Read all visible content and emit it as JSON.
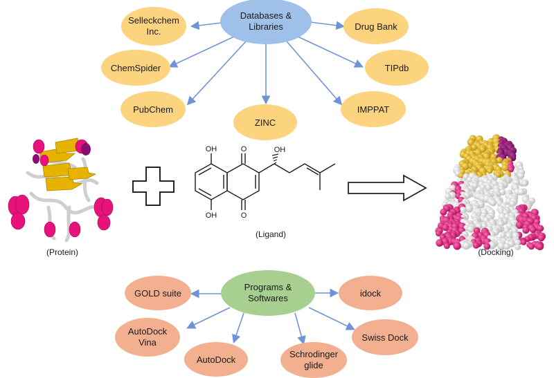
{
  "databases": {
    "hub": [
      "Databases &",
      "Libraries"
    ],
    "items": [
      [
        "Selleckchem",
        "Inc."
      ],
      [
        "ChemSpider"
      ],
      [
        "PubChem"
      ],
      [
        "ZINC"
      ],
      [
        "IMPPAT"
      ],
      [
        "TIPdb"
      ],
      [
        "Drug Bank"
      ]
    ]
  },
  "programs": {
    "hub": [
      "Programs &",
      "Softwares"
    ],
    "items": [
      [
        "GOLD suite"
      ],
      [
        "AutoDock",
        "Vina"
      ],
      [
        "AutoDock"
      ],
      [
        "Schrodinger",
        "glide"
      ],
      [
        "Swiss Dock"
      ],
      [
        "idock"
      ]
    ]
  },
  "captions": {
    "protein": "(Protein)",
    "ligand": "(Ligand)",
    "docking": "(Docking)"
  },
  "molecule_labels": {
    "oh_top": "OH",
    "o_top": "O",
    "o_bottom": "O",
    "oh_bottom": "OH",
    "oh_side": "OH"
  },
  "colors": {
    "db_hub": "#9fc0e8",
    "db_item": "#fcd37f",
    "prog_hub": "#a7cf8f",
    "prog_item": "#f3b090",
    "arrow": "#6f93d4",
    "pink": "#e8137a",
    "gold": "#e6b400",
    "purple": "#8a0f6e",
    "white_atom": "#e4e4e4"
  }
}
